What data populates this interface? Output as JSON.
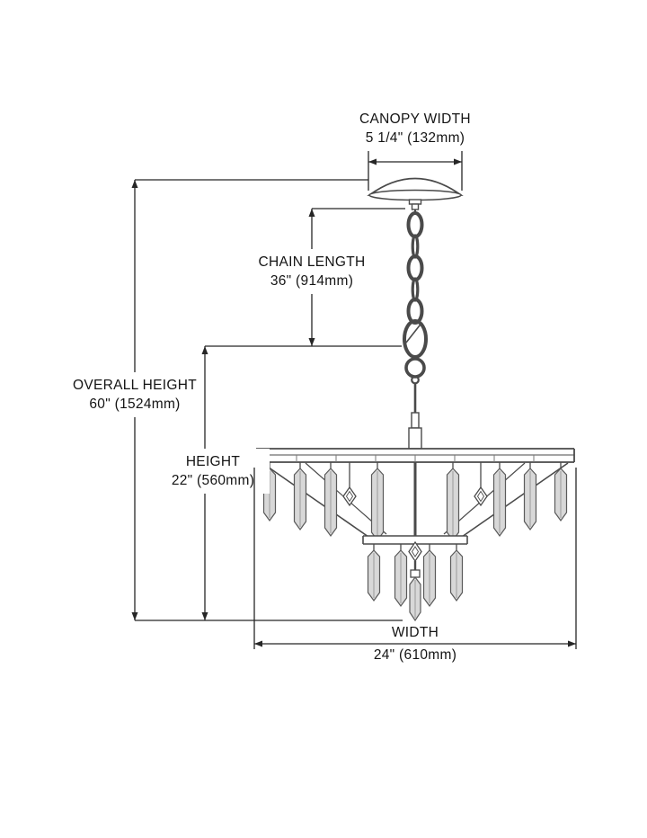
{
  "diagram": {
    "type": "chandelier dimension drawing",
    "background": "#ffffff"
  },
  "colors": {
    "line": "#4a4a4a",
    "dimension_line": "#262626",
    "crystal_fill": "#d8d8d8",
    "text": "#141414"
  },
  "dimensions": {
    "canopy_width": {
      "label": "CANOPY WIDTH",
      "value": "5 1/4\" (132mm)"
    },
    "chain_length": {
      "label": "CHAIN LENGTH",
      "value": "36\" (914mm)"
    },
    "overall_height": {
      "label": "OVERALL HEIGHT",
      "value": "60\" (1524mm)"
    },
    "height": {
      "label": "HEIGHT",
      "value": "22\" (560mm)"
    },
    "width": {
      "label": "WIDTH",
      "value": "24\" (610mm)"
    }
  }
}
